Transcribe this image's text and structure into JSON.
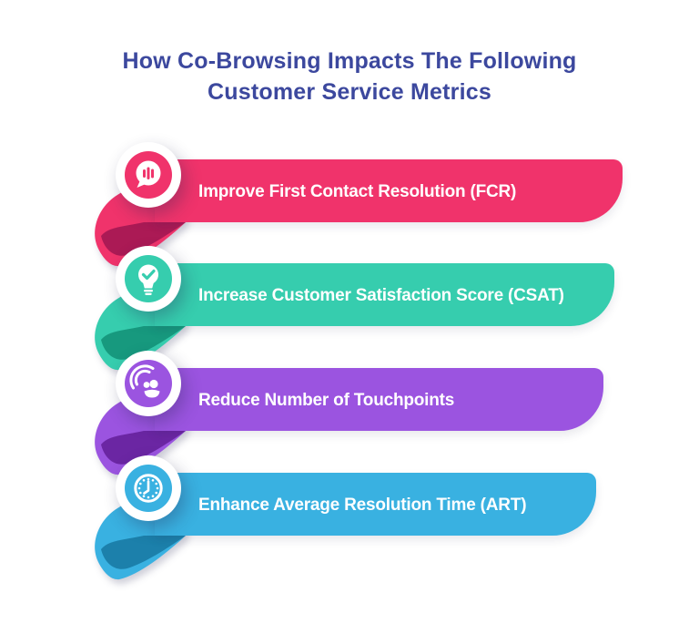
{
  "title": {
    "line1": "How Co-Browsing Impacts The Following",
    "line2": "Customer Service Metrics",
    "color": "#3C489E"
  },
  "items": [
    {
      "label": "Improve First Contact Resolution (FCR)",
      "icon": "voice-chat-icon",
      "color": "#F0336B",
      "fold_color": "#AB1A55"
    },
    {
      "label": "Increase Customer Satisfaction Score (CSAT)",
      "icon": "lightbulb-check-icon",
      "color": "#36CDAE",
      "fold_color": "#17997E"
    },
    {
      "label": "Reduce Number of Touchpoints",
      "icon": "touchpoints-icon",
      "color": "#9B54E0",
      "fold_color": "#6B26A3"
    },
    {
      "label": "Enhance Average Resolution Time (ART)",
      "icon": "clock-icon",
      "color": "#39B1E1",
      "fold_color": "#1C80AB"
    }
  ]
}
